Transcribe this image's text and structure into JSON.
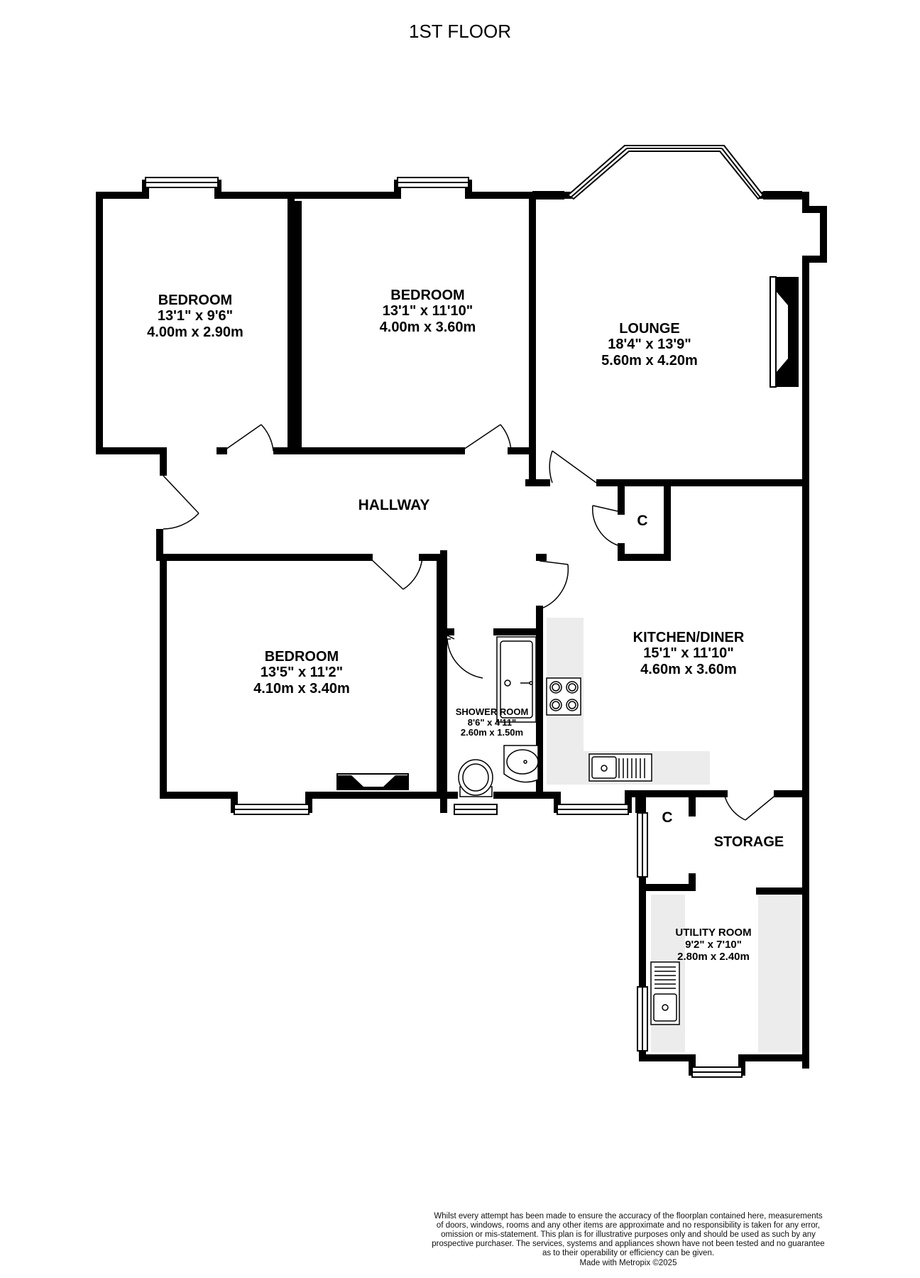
{
  "floor_title": "1ST FLOOR",
  "rooms": {
    "bedroom1": {
      "name": "BEDROOM",
      "imperial": "13'1\"  x 9'6\"",
      "metric": "4.00m  x 2.90m"
    },
    "bedroom2": {
      "name": "BEDROOM",
      "imperial": "13'1\"  x 11'10\"",
      "metric": "4.00m  x 3.60m"
    },
    "lounge": {
      "name": "LOUNGE",
      "imperial": "18'4\"  x 13'9\"",
      "metric": "5.60m  x 4.20m"
    },
    "hallway": {
      "name": "HALLWAY"
    },
    "bedroom3": {
      "name": "BEDROOM",
      "imperial": "13'5\"  x 11'2\"",
      "metric": "4.10m  x 3.40m"
    },
    "shower_room": {
      "name": "SHOWER ROOM",
      "imperial": "8'6\"  x 4'11\"",
      "metric": "2.60m  x 1.50m"
    },
    "kitchen_diner": {
      "name": "KITCHEN/DINER",
      "imperial": "15'1\"  x 11'10\"",
      "metric": "4.60m  x 3.60m"
    },
    "storage": {
      "name": "STORAGE"
    },
    "utility_room": {
      "name": "UTILITY ROOM",
      "imperial": "9'2\"  x 7'10\"",
      "metric": "2.80m  x 2.40m"
    }
  },
  "cupboards": {
    "hall_cupboard": "C",
    "storage_cupboard": "C"
  },
  "disclaimer": {
    "lines": [
      "Whilst every attempt has been made to ensure the accuracy of the floorplan contained here, measurements",
      "of doors, windows, rooms and any other items are approximate and no responsibility is taken for any error,",
      "omission or mis-statement. This plan is for illustrative purposes only and should be used as such by any",
      "prospective purchaser. The services, systems and appliances shown have not been tested and no guarantee",
      "as to their operability or efficiency can be given."
    ],
    "credit": "Made with Metropix ©2025"
  },
  "colors": {
    "wall": "#000000",
    "fixture_fill": "#ececec",
    "background": "#ffffff"
  }
}
